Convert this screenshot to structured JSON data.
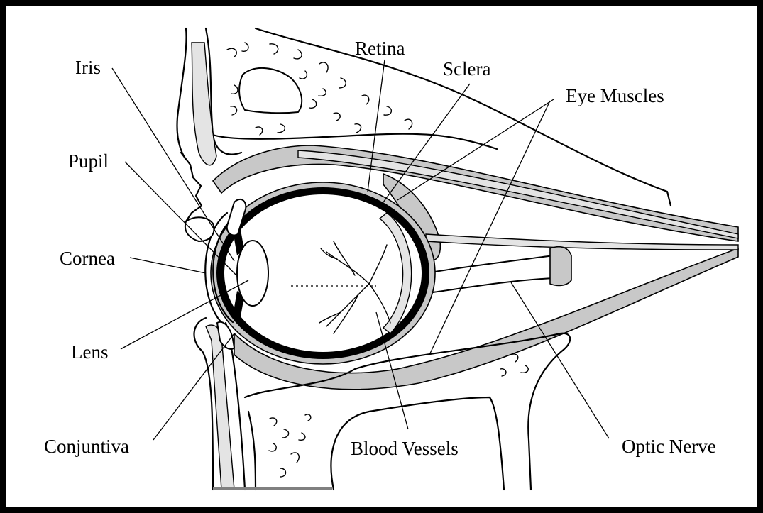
{
  "diagram": {
    "labels": {
      "iris": "Iris",
      "pupil": "Pupil",
      "cornea": "Cornea",
      "lens": "Lens",
      "conjuntiva": "Conjuntiva",
      "retina": "Retina",
      "sclera": "Sclera",
      "eye_muscles": "Eye Muscles",
      "blood_vessels": "Blood Vessels",
      "optic_nerve": "Optic Nerve"
    },
    "colors": {
      "ink": "#000000",
      "shading": "#c8c8c8",
      "light_shading": "#e4e4e4",
      "base_bar": "#808080",
      "background": "#ffffff"
    }
  }
}
